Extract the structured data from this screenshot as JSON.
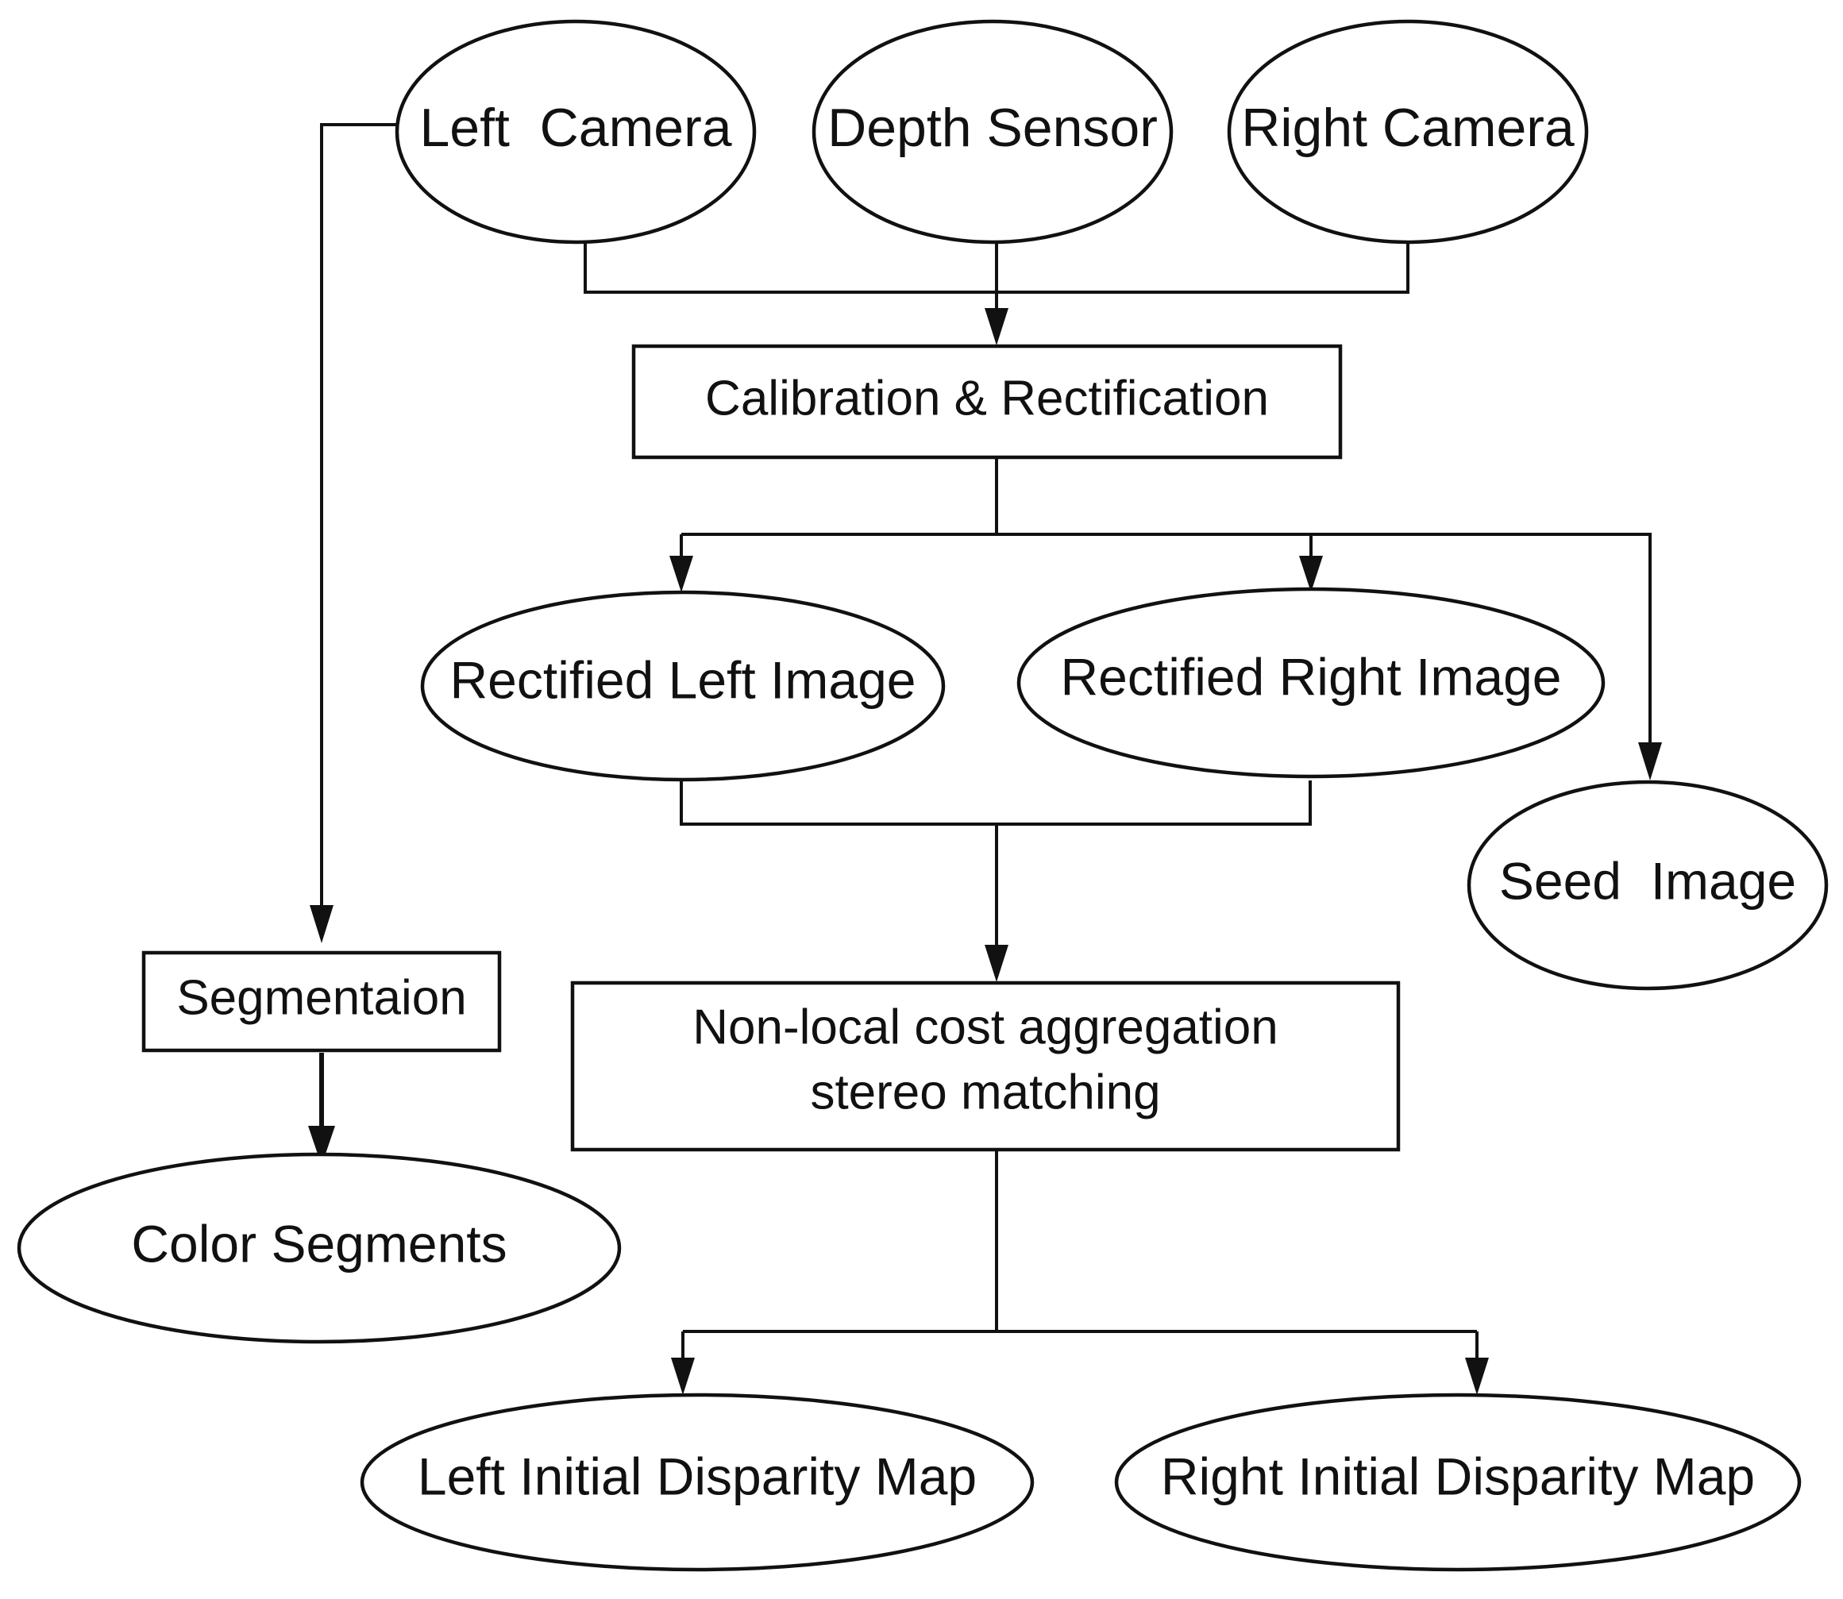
{
  "diagram": {
    "nodes": {
      "left_camera": "Left  Camera",
      "depth_sensor": "Depth Sensor",
      "right_camera": "Right Camera",
      "calibration": "Calibration & Rectification",
      "rectified_left": "Rectified Left Image",
      "rectified_right": "Rectified Right Image",
      "seed_image": "Seed  Image",
      "segmentation": "Segmentaion",
      "color_segments": "Color Segments",
      "nonlocal_line1": "Non-local cost aggregation",
      "nonlocal_line2": "stereo matching",
      "left_disparity": "Left Initial Disparity Map",
      "right_disparity": "Right Initial Disparity Map"
    }
  }
}
